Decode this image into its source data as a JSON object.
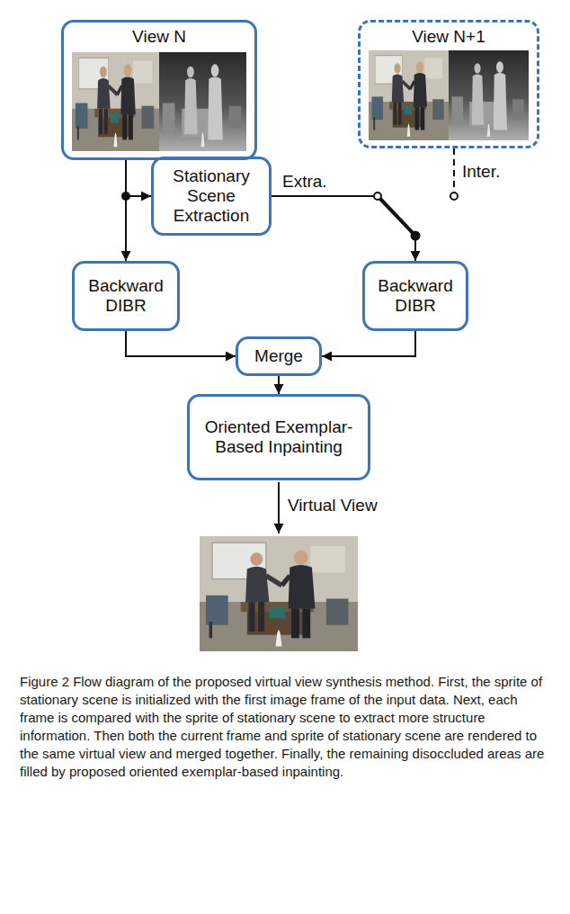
{
  "diagram": {
    "caption": "Figure 2 Flow diagram of the proposed virtual view synthesis method. First, the sprite of stationary scene is initialized with the first image frame of the input data. Next, each frame is compared with the sprite of stationary scene to extract more structure information. Then both the current frame and sprite of stationary scene are rendered to the same virtual view and merged together. Finally, the remaining disoccluded areas are filled by proposed oriented exemplar-based inpainting.",
    "nodes": [
      {
        "text": [
          "View N"
        ]
      },
      {
        "text": [
          "View N+1"
        ]
      },
      {
        "text": [
          "Stationary Scene Extraction"
        ]
      },
      {
        "text": [
          "Backward DIBR"
        ]
      },
      {
        "text": [
          "Backward DIBR"
        ]
      },
      {
        "text": [
          "Merge"
        ]
      },
      {
        "text": [
          "Oriented Exemplar-Based Inpainting"
        ]
      }
    ],
    "edges": [
      {
        "from": 0,
        "to": 3,
        "arrow": "to"
      },
      {
        "from": 0,
        "to": 2,
        "arrow": "to"
      },
      {
        "from": 2,
        "to": 4,
        "label": "Extra.",
        "arrow": "to"
      },
      {
        "from": 1,
        "to": 4,
        "label": "Inter.",
        "arrow": "none"
      },
      {
        "from": 3,
        "to": 5,
        "arrow": "to"
      },
      {
        "from": 4,
        "to": 5,
        "arrow": "to"
      },
      {
        "from": 5,
        "to": 6,
        "arrow": "to"
      }
    ],
    "labels": [
      "Virtual View"
    ]
  }
}
